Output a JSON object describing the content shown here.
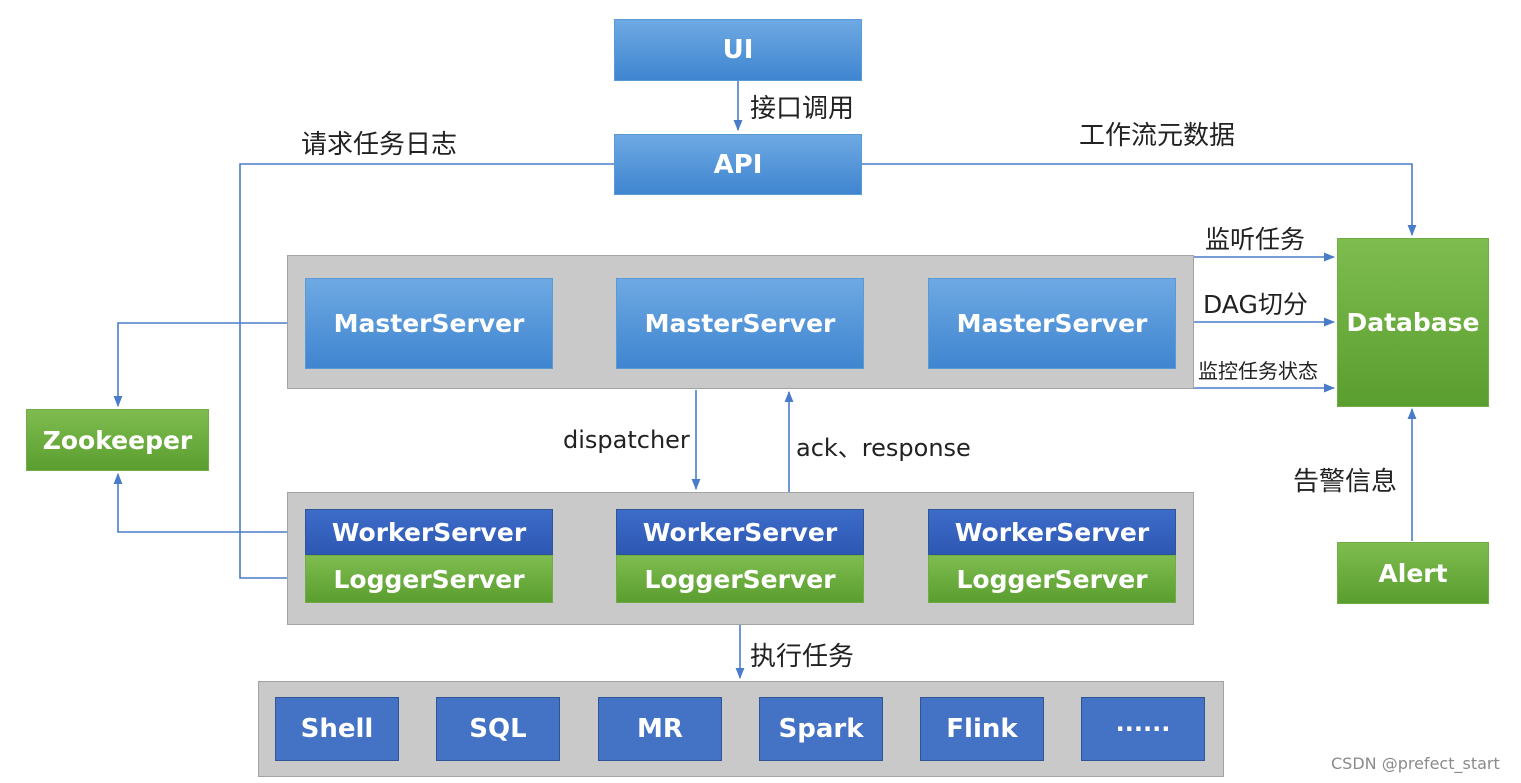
{
  "nodes": {
    "ui": "UI",
    "api": "API",
    "masters": [
      "MasterServer",
      "MasterServer",
      "MasterServer"
    ],
    "workers": [
      "WorkerServer",
      "WorkerServer",
      "WorkerServer"
    ],
    "loggers": [
      "LoggerServer",
      "LoggerServer",
      "LoggerServer"
    ],
    "zookeeper": "Zookeeper",
    "database": "Database",
    "alert": "Alert",
    "tasks": [
      "Shell",
      "SQL",
      "MR",
      "Spark",
      "Flink",
      "······"
    ]
  },
  "edge_labels": {
    "interface_call": "接口调用",
    "request_task_log": "请求任务日志",
    "workflow_metadata": "工作流元数据",
    "monitor_task": "监听任务",
    "dag_split": "DAG切分",
    "monitor_task_status": "监控任务状态",
    "dispatcher": "dispatcher",
    "ack_response": "ack、response",
    "alert_info": "告警信息",
    "execute_task": "执行任务"
  },
  "watermark": "CSDN @prefect_start",
  "colors": {
    "service_blue": "#5b9bd5",
    "worker_blue": "#2f5597",
    "green": "#70ad47",
    "task_blue": "#4472c4",
    "panel_gray": "#c9c9c9",
    "connector": "#4a7cc9"
  }
}
